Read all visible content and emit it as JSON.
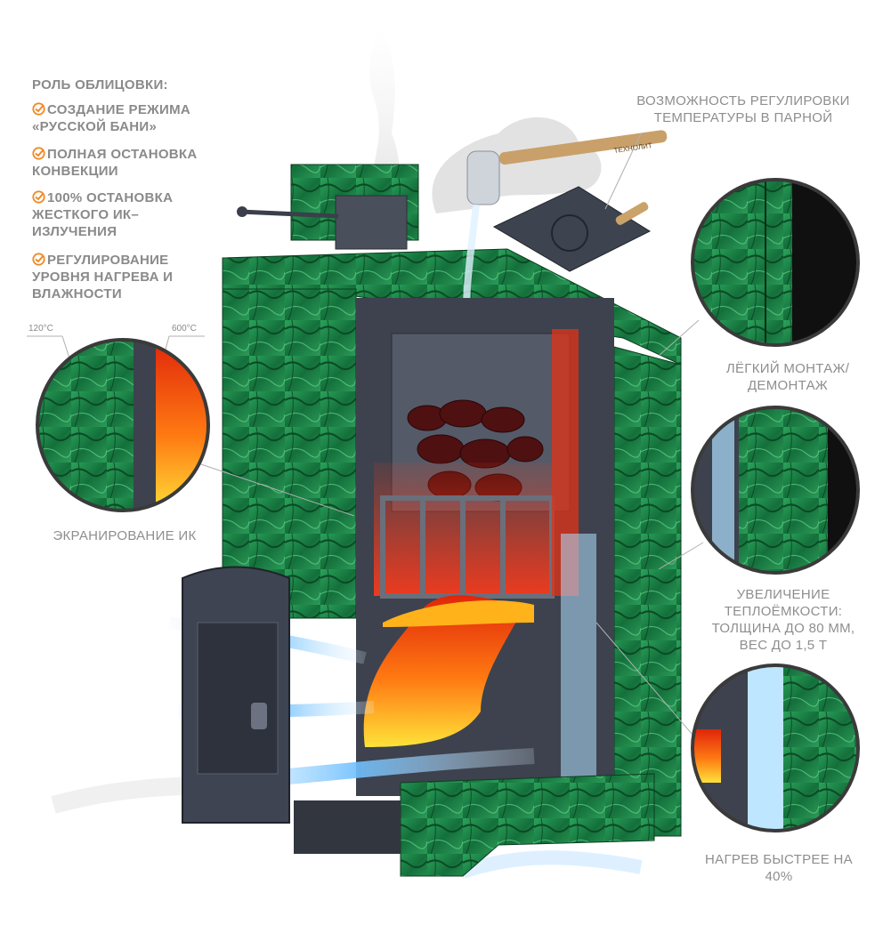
{
  "title": "РОЛЬ ОБЛИЦОВКИ:",
  "features": [
    "СОЗДАНИЕ РЕЖИМА «РУССКОЙ БАНИ»",
    "ПОЛНАЯ ОСТАНОВКА КОНВЕКЦИИ",
    "100% ОСТАНОВКА ЖЕСТКОГО ИК–ИЗЛУЧЕНИЯ",
    "РЕГУЛИРОВАНИЕ УРОВНЯ НАГРЕВА И ВЛАЖНОСТИ"
  ],
  "callouts": {
    "regulation": "ВОЗМОЖНОСТЬ РЕГУЛИРОВКИ ТЕМПЕРАТУРЫ В ПАРНОЙ",
    "mounting": "ЛЁГКИЙ МОНТАЖ/ДЕМОНТАЖ",
    "screening": "ЭКРАНИРОВАНИЕ ИК",
    "capacity": "УВЕЛИЧЕНИЕ ТЕПЛОЁМКОСТИ: ТОЛЩИНА ДО 80 ММ, ВЕС ДО 1,5 Т",
    "faster": "НАГРЕВ БЫСТРЕЕ НА 40%"
  },
  "temperatures": {
    "outer": "120°C",
    "inner": "600°C"
  },
  "handle_brand": "ТЕХНОЛИТ",
  "colors": {
    "accent_check": "#f08a24",
    "stone": "#1f8a4c",
    "steel": "#4a4f5c",
    "fire": "#ff5a10",
    "air": "#7fc8ff"
  }
}
